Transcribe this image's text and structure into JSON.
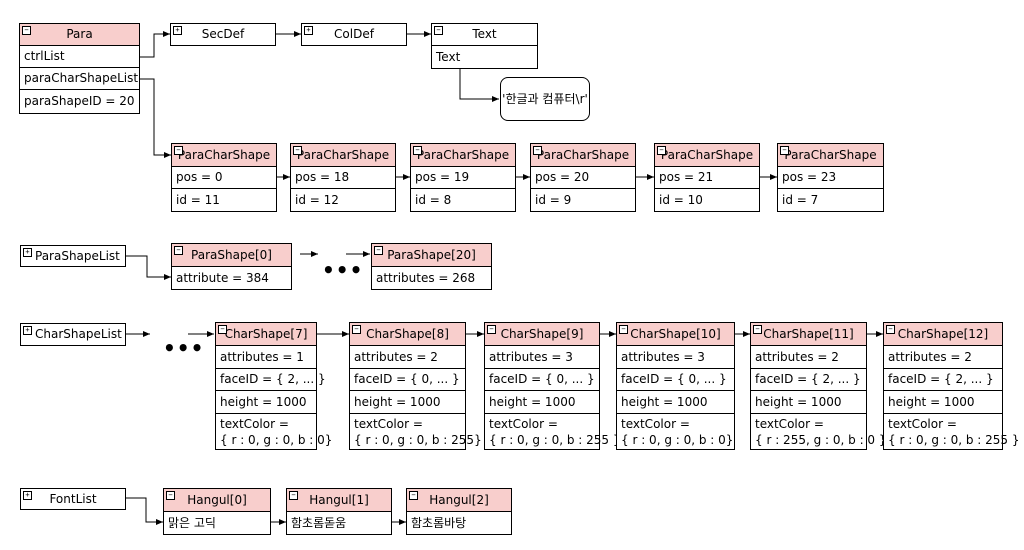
{
  "para": {
    "title": "Para",
    "rows": [
      "ctrlList",
      "paraCharShapeList",
      "paraShapeID = 20"
    ]
  },
  "secdef": {
    "title": "SecDef"
  },
  "coldef": {
    "title": "ColDef"
  },
  "text": {
    "title": "Text",
    "row": "Text"
  },
  "text_value": "'한글과 컴퓨터\\r'",
  "para_char_shapes": [
    {
      "title": "ParaCharShape",
      "pos": "pos = 0",
      "id": "id = 11"
    },
    {
      "title": "ParaCharShape",
      "pos": "pos = 18",
      "id": "id = 12"
    },
    {
      "title": "ParaCharShape",
      "pos": "pos = 19",
      "id": "id = 8"
    },
    {
      "title": "ParaCharShape",
      "pos": "pos = 20",
      "id": "id = 9"
    },
    {
      "title": "ParaCharShape",
      "pos": "pos = 21",
      "id": "id = 10"
    },
    {
      "title": "ParaCharShape",
      "pos": "pos = 23",
      "id": "id = 7"
    }
  ],
  "para_shape_list": {
    "title": "ParaShapeList"
  },
  "para_shapes": [
    {
      "title": "ParaShape[0]",
      "attr": "attribute = 384"
    },
    {
      "title": "ParaShape[20]",
      "attr": "attributes = 268"
    }
  ],
  "char_shape_list": {
    "title": "CharShapeList"
  },
  "ellipsis": "•••",
  "char_shapes": [
    {
      "title": "CharShape[7]",
      "attributes": "attributes = 1",
      "faceid": "faceID = { 2, ... }",
      "height": "height = 1000",
      "color_label": "textColor =",
      "color_value": "{ r : 0, g : 0, b : 0}"
    },
    {
      "title": "CharShape[8]",
      "attributes": "attributes = 2",
      "faceid": "faceID = { 0, ... }",
      "height": "height = 1000",
      "color_label": "textColor =",
      "color_value": "{ r : 0, g : 0, b : 255}"
    },
    {
      "title": "CharShape[9]",
      "attributes": "attributes = 3",
      "faceid": "faceID = { 0, ... }",
      "height": "height = 1000",
      "color_label": "textColor =",
      "color_value": "{ r : 0, g : 0, b : 255 }"
    },
    {
      "title": "CharShape[10]",
      "attributes": "attributes = 3",
      "faceid": "faceID = { 0, ... }",
      "height": "height = 1000",
      "color_label": "textColor =",
      "color_value": "{ r : 0, g : 0, b : 0}"
    },
    {
      "title": "CharShape[11]",
      "attributes": "attributes = 2",
      "faceid": "faceID = { 2, ... }",
      "height": "height = 1000",
      "color_label": "textColor =",
      "color_value": "{ r : 255, g : 0, b : 0 }"
    },
    {
      "title": "CharShape[12]",
      "attributes": "attributes = 2",
      "faceid": "faceID = { 2, ... }",
      "height": "height = 1000",
      "color_label": "textColor =",
      "color_value": "{ r : 0, g : 0, b : 255 }"
    }
  ],
  "font_list": {
    "title": "FontList"
  },
  "fonts": [
    {
      "title": "Hangul[0]",
      "name": "맑은 고딕"
    },
    {
      "title": "Hangul[1]",
      "name": "함초롬돋움"
    },
    {
      "title": "Hangul[2]",
      "name": "함초롬바탕"
    }
  ],
  "colors": {
    "header_fill": "#f8cecc",
    "line": "#000000"
  }
}
